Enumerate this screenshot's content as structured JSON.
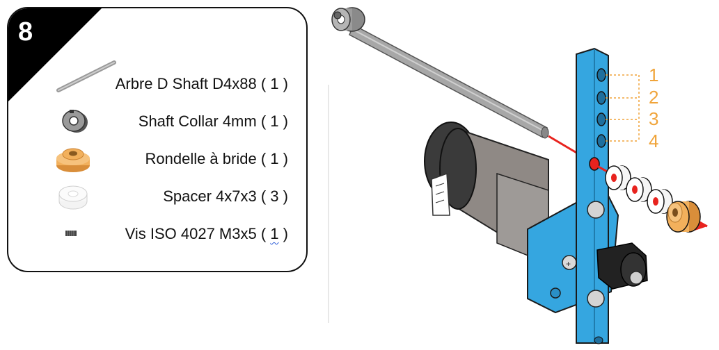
{
  "step": {
    "number": "8"
  },
  "parts": [
    {
      "icon": "shaft-icon",
      "name": "Arbre D Shaft D4x88",
      "qty_open": "( ",
      "qty": "1",
      "qty_close": " )"
    },
    {
      "icon": "shaft-collar-icon",
      "name": "Shaft Collar 4mm",
      "qty_open": "( ",
      "qty": "1",
      "qty_close": " )"
    },
    {
      "icon": "flanged-washer-icon",
      "name": "Rondelle à bride",
      "qty_open": "( ",
      "qty": "1",
      "qty_close": " )"
    },
    {
      "icon": "spacer-icon",
      "name": "Spacer 4x7x3",
      "qty_open": "( ",
      "qty": "3",
      "qty_close": " )"
    },
    {
      "icon": "set-screw-icon",
      "name": "Vis ISO 4027 M3x5",
      "qty_open": "( ",
      "qty": "1",
      "qty_close": " )"
    }
  ],
  "hole_labels": [
    "1",
    "2",
    "3",
    "4"
  ],
  "colors": {
    "frame_blue": "#35a6e0",
    "label_orange": "#f0a43a",
    "arrow_red": "#e8231e",
    "washer_orange": "#f2b05c",
    "motor_gray": "#8f8985"
  }
}
